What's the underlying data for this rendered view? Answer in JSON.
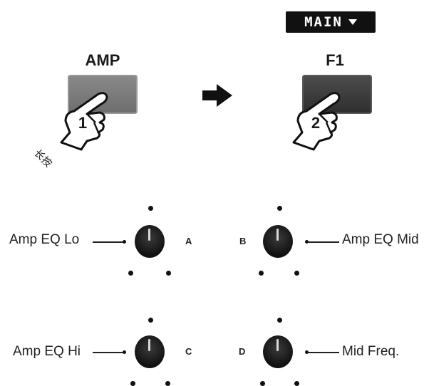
{
  "screen_tag": {
    "text": "MAIN"
  },
  "buttons": [
    {
      "label": "AMP",
      "step": "1",
      "note": "长按"
    },
    {
      "label": "F1",
      "step": "2"
    }
  ],
  "knobs": [
    {
      "label": "Amp EQ Lo",
      "letter": "A"
    },
    {
      "label": "Amp EQ Mid",
      "letter": "B"
    },
    {
      "label": "Amp EQ Hi",
      "letter": "C"
    },
    {
      "label": "Mid Freq.",
      "letter": "D"
    }
  ],
  "colors": {
    "ink": "#111111",
    "key_light": "#7a7a7a",
    "key_dark": "#3a3a3a",
    "background": "#ffffff"
  }
}
